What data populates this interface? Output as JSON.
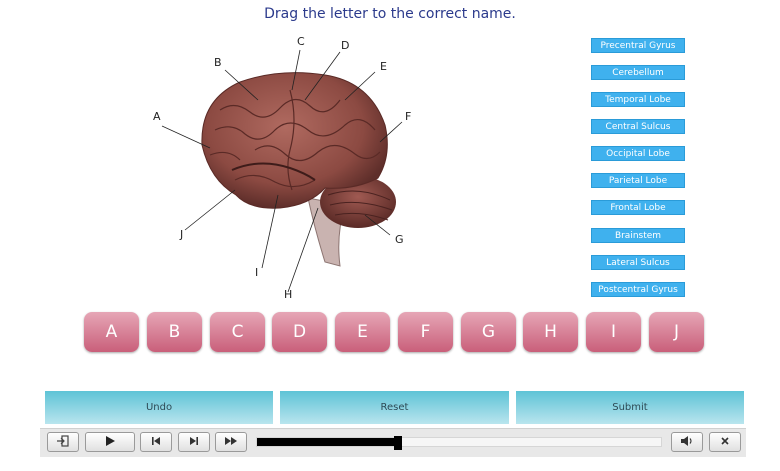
{
  "instruction": "Drag the letter to the correct name.",
  "diagram_labels": [
    "A",
    "B",
    "C",
    "D",
    "E",
    "F",
    "G",
    "H",
    "I",
    "J"
  ],
  "name_options": [
    "Precentral Gyrus",
    "Cerebellum",
    "Temporal Lobe",
    "Central Sulcus",
    "Occipital Lobe",
    "Parietal Lobe",
    "Frontal Lobe",
    "Brainstem",
    "Lateral Sulcus",
    "Postcentral Gyrus"
  ],
  "letter_tiles": [
    "A",
    "B",
    "C",
    "D",
    "E",
    "F",
    "G",
    "H",
    "I",
    "J"
  ],
  "actions": {
    "undo": "Undo",
    "reset": "Reset",
    "submit": "Submit"
  },
  "player": {
    "progress": 0.35
  },
  "colors": {
    "title": "#2b3a8c",
    "name_button": "#3fb1ee",
    "tile": "#c95f7a",
    "action": "#5ec3d6"
  },
  "icons": {
    "exit": "exit-icon",
    "play": "play-icon",
    "prev": "skip-back-icon",
    "next": "step-forward-icon",
    "fast_forward": "fast-forward-icon",
    "volume": "volume-icon",
    "close": "close-icon"
  }
}
